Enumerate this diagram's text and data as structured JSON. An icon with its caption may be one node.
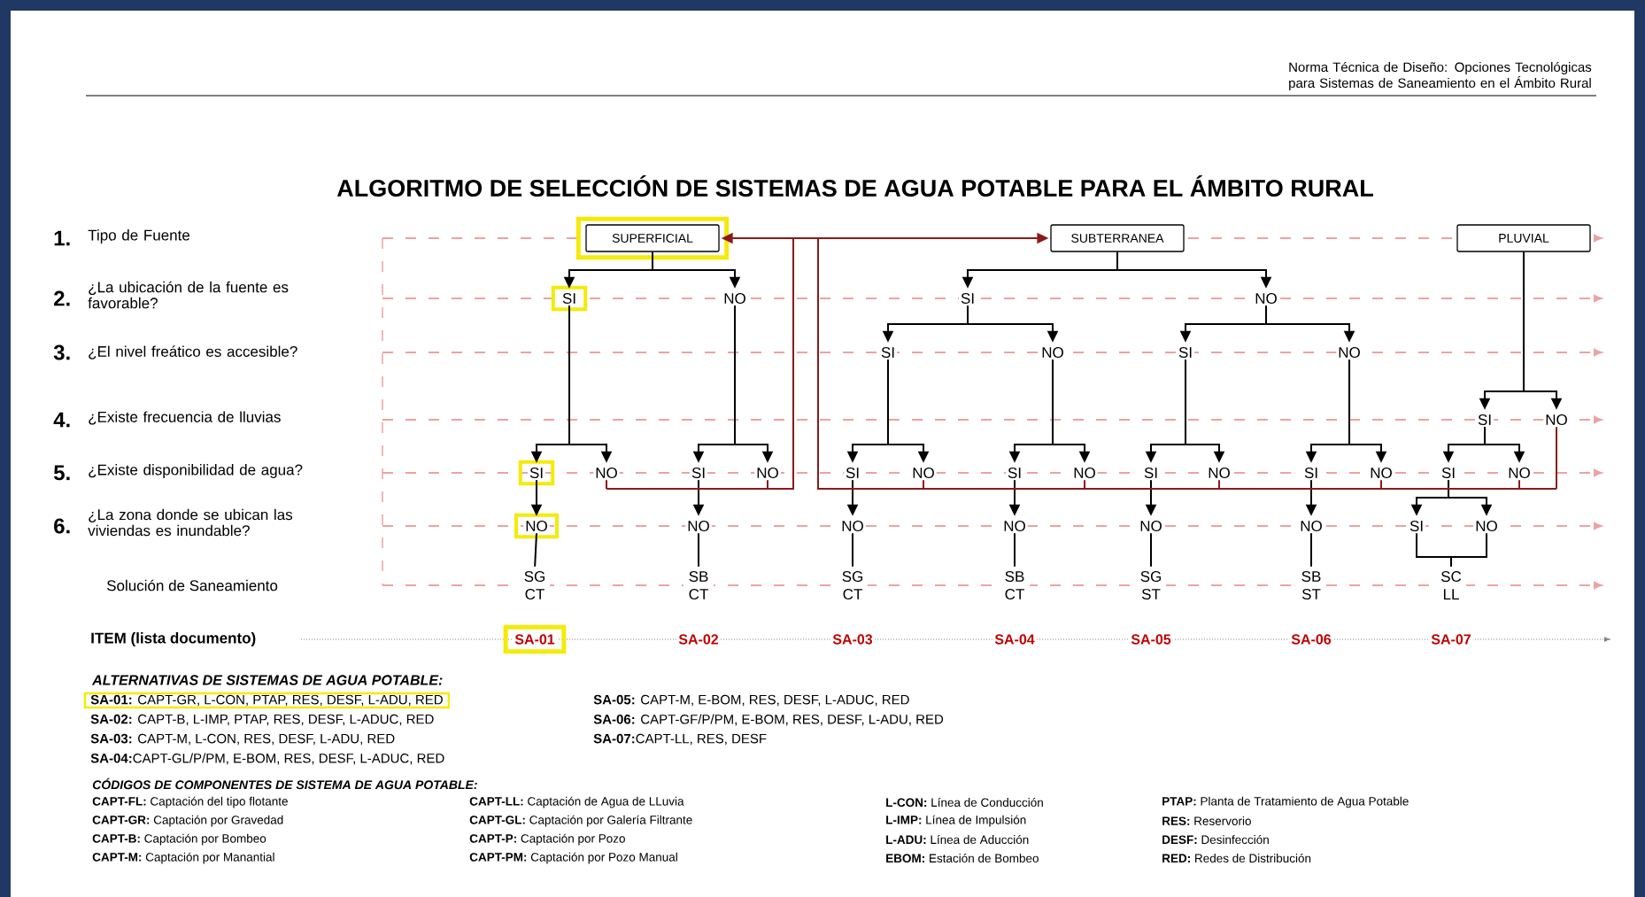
{
  "diagram": {
    "title": "ALGORITMO DE SELECCIÓN DE SISTEMAS DE AGUA POTABLE PARA EL ÁMBITO RURAL",
    "nodes": [
      {
        "text": [
          "SUPERFICIAL"
        ]
      },
      {
        "text": [
          "SUBTERRANEA"
        ]
      },
      {
        "text": [
          "PLUVIAL"
        ]
      },
      {
        "text": [
          "SI"
        ]
      },
      {
        "text": [
          "NO"
        ]
      },
      {
        "text": [
          "SI"
        ]
      },
      {
        "text": [
          "NO"
        ]
      },
      {
        "text": [
          "NO"
        ]
      },
      {
        "text": [
          "SG CT"
        ]
      },
      {
        "text": [
          "SI"
        ]
      },
      {
        "text": [
          "NO"
        ]
      },
      {
        "text": [
          "NO"
        ]
      },
      {
        "text": [
          "SB CT"
        ]
      },
      {
        "text": [
          "SI"
        ]
      },
      {
        "text": [
          "NO"
        ]
      },
      {
        "text": [
          "SI"
        ]
      },
      {
        "text": [
          "NO"
        ]
      },
      {
        "text": [
          "SI"
        ]
      },
      {
        "text": [
          "NO"
        ]
      },
      {
        "text": [
          "NO"
        ]
      },
      {
        "text": [
          "SG CT"
        ]
      },
      {
        "text": [
          "SI"
        ]
      },
      {
        "text": [
          "NO"
        ]
      },
      {
        "text": [
          "NO"
        ]
      },
      {
        "text": [
          "SB CT"
        ]
      },
      {
        "text": [
          "SI"
        ]
      },
      {
        "text": [
          "NO"
        ]
      },
      {
        "text": [
          "SI"
        ]
      },
      {
        "text": [
          "NO"
        ]
      },
      {
        "text": [
          "NO"
        ]
      },
      {
        "text": [
          "SG ST"
        ]
      },
      {
        "text": [
          "SI"
        ]
      },
      {
        "text": [
          "NO"
        ]
      },
      {
        "text": [
          "NO"
        ]
      },
      {
        "text": [
          "SB ST"
        ]
      },
      {
        "text": [
          "SI"
        ]
      },
      {
        "text": [
          "NO"
        ]
      },
      {
        "text": [
          "SI"
        ]
      },
      {
        "text": [
          "NO"
        ]
      },
      {
        "text": [
          "SI"
        ]
      },
      {
        "text": [
          "NO"
        ]
      },
      {
        "text": [
          "SC LL"
        ]
      }
    ],
    "edges": [
      {
        "from": 0,
        "to": 3,
        "arrow": "to"
      },
      {
        "from": 0,
        "to": 4,
        "arrow": "to"
      },
      {
        "from": 3,
        "to": 5,
        "arrow": "to"
      },
      {
        "from": 3,
        "to": 6,
        "arrow": "to"
      },
      {
        "from": 5,
        "to": 7,
        "arrow": "to"
      },
      {
        "from": 7,
        "to": 8,
        "arrow": "none"
      },
      {
        "from": 4,
        "to": 9,
        "arrow": "to"
      },
      {
        "from": 4,
        "to": 10,
        "arrow": "to"
      },
      {
        "from": 9,
        "to": 11,
        "arrow": "to"
      },
      {
        "from": 11,
        "to": 12,
        "arrow": "none"
      },
      {
        "from": 1,
        "to": 13,
        "arrow": "to"
      },
      {
        "from": 1,
        "to": 14,
        "arrow": "to"
      },
      {
        "from": 13,
        "to": 15,
        "arrow": "to"
      },
      {
        "from": 13,
        "to": 16,
        "arrow": "to"
      },
      {
        "from": 15,
        "to": 17,
        "arrow": "to"
      },
      {
        "from": 15,
        "to": 18,
        "arrow": "to"
      },
      {
        "from": 17,
        "to": 19,
        "arrow": "to"
      },
      {
        "from": 19,
        "to": 20,
        "arrow": "none"
      },
      {
        "from": 16,
        "to": 21,
        "arrow": "to"
      },
      {
        "from": 16,
        "to": 22,
        "arrow": "to"
      },
      {
        "from": 21,
        "to": 23,
        "arrow": "to"
      },
      {
        "from": 23,
        "to": 24,
        "arrow": "none"
      },
      {
        "from": 14,
        "to": 25,
        "arrow": "to"
      },
      {
        "from": 14,
        "to": 26,
        "arrow": "to"
      },
      {
        "from": 25,
        "to": 27,
        "arrow": "to"
      },
      {
        "from": 25,
        "to": 28,
        "arrow": "to"
      },
      {
        "from": 27,
        "to": 29,
        "arrow": "to"
      },
      {
        "from": 29,
        "to": 30,
        "arrow": "none"
      },
      {
        "from": 26,
        "to": 31,
        "arrow": "to"
      },
      {
        "from": 26,
        "to": 32,
        "arrow": "to"
      },
      {
        "from": 31,
        "to": 33,
        "arrow": "to"
      },
      {
        "from": 33,
        "to": 34,
        "arrow": "none"
      },
      {
        "from": 2,
        "to": 35,
        "arrow": "to"
      },
      {
        "from": 2,
        "to": 36,
        "arrow": "to"
      },
      {
        "from": 35,
        "to": 37,
        "arrow": "to"
      },
      {
        "from": 35,
        "to": 38,
        "arrow": "to"
      },
      {
        "from": 37,
        "to": 39,
        "arrow": "to"
      },
      {
        "from": 37,
        "to": 40,
        "arrow": "to"
      },
      {
        "from": 39,
        "to": 41,
        "arrow": "none"
      },
      {
        "from": 40,
        "to": 41,
        "arrow": "none"
      },
      {
        "from": 6,
        "to": 1,
        "arrow": "to",
        "color": "#8b1a1a"
      },
      {
        "from": 10,
        "to": 1,
        "arrow": "to",
        "color": "#8b1a1a"
      },
      {
        "from": 18,
        "to": 0,
        "arrow": "to",
        "color": "#8b1a1a"
      },
      {
        "from": 22,
        "to": 0,
        "arrow": "to",
        "color": "#8b1a1a"
      },
      {
        "from": 28,
        "to": 0,
        "arrow": "to",
        "color": "#8b1a1a"
      },
      {
        "from": 32,
        "to": 0,
        "arrow": "to",
        "color": "#8b1a1a"
      },
      {
        "from": 38,
        "to": 0,
        "arrow": "to",
        "color": "#8b1a1a"
      },
      {
        "from": 36,
        "to": 0,
        "arrow": "to",
        "color": "#8b1a1a"
      }
    ],
    "labels": [
      "Norma Técnica de Diseño: Opciones Tecnológicas para Sistemas de Saneamiento en el Ámbito Rural",
      "1.",
      "Tipo de Fuente",
      "2.",
      "¿La ubicación de la fuente es favorable?",
      "3.",
      "¿El nivel freático es accesible?",
      "4.",
      "¿Existe frecuencia de lluvias",
      "5.",
      "¿Existe disponibilidad de agua?",
      "6.",
      "¿La zona donde se ubican las viviendas es inundable?",
      "Solución de Saneamiento",
      "ITEM (lista documento)",
      "SA-01",
      "SA-02",
      "SA-03",
      "SA-04",
      "SA-05",
      "SA-06",
      "SA-07",
      "ALTERNATIVAS DE SISTEMAS DE AGUA POTABLE:",
      "**SA-01:** CAPT-GR, L-CON, PTAP, RES, DESF, L-ADU, RED",
      "**SA-02:** CAPT-B, L-IMP, PTAP, RES, DESF, L-ADUC, RED",
      "**SA-03:** CAPT-M, L-CON, RES, DESF, L-ADU, RED",
      "**SA-04:**CAPT-GL/P/PM, E-BOM, RES, DESF, L-ADUC, RED",
      "**SA-05:** CAPT-M, E-BOM, RES, DESF, L-ADUC, RED",
      "**SA-06:** CAPT-GF/P/PM, E-BOM, RES, DESF, L-ADU, RED",
      "**SA-07:**CAPT-LL, RES, DESF",
      "CÓDIGOS DE COMPONENTES DE SISTEMA DE AGUA POTABLE:",
      "**CAPT-FL:** Captación del tipo flotante",
      "**CAPT-GR:** Captación por Gravedad",
      "**CAPT-B:** Captación por Bombeo",
      "**CAPT-M:** Captación por Manantial",
      "**CAPT-LL:** Captación de Agua de LLuvia",
      "**CAPT-GL:** Captación por Galería Filtrante",
      "**CAPT-P:** Captación por Pozo",
      "**CAPT-PM:** Captación por Pozo Manual",
      "**L-CON:** Línea de Conducción",
      "**L-IMP:** Línea de Impulsión",
      "**L-ADU:** Línea de Aducción",
      "**EBOM:** Estación de Bombeo",
      "**PTAP:** Planta de Tratamiento de Agua Potable",
      "**RES:** Reservorio",
      "**DESF:** Desinfección",
      "**RED:** Redes de Distribución"
    ]
  }
}
